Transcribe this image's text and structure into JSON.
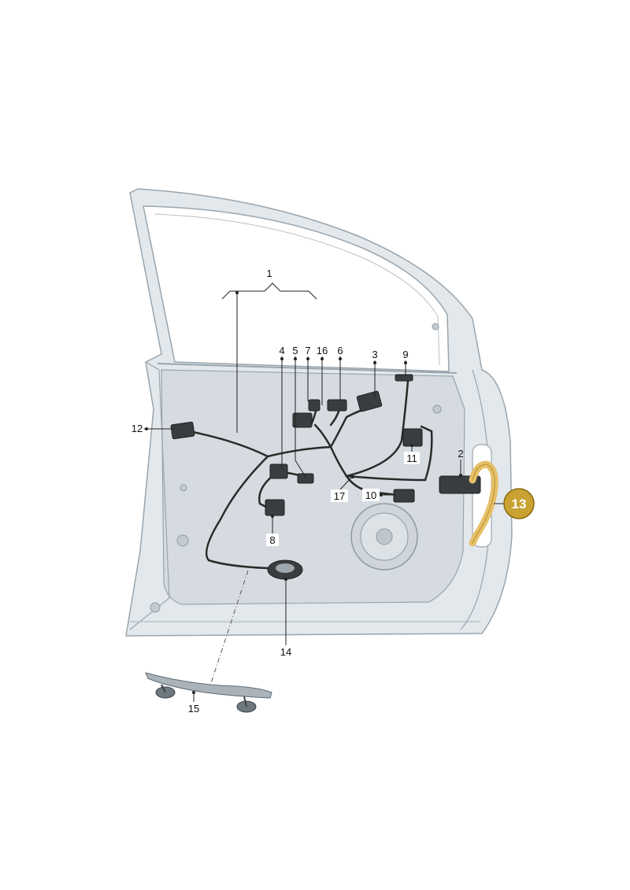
{
  "diagram": {
    "labels": {
      "l1": "1",
      "l2": "2",
      "l3": "3",
      "l4": "4",
      "l5": "5",
      "l6": "6",
      "l7": "7",
      "l8": "8",
      "l9": "9",
      "l10": "10",
      "l11": "11",
      "l12": "12",
      "l13": "13",
      "l14": "14",
      "l15": "15",
      "l16": "16",
      "l17": "17"
    },
    "colors": {
      "door_fill": "#e3e8ec",
      "door_outline": "#9aa5ad",
      "inner_panel": "#d5dbe0",
      "harness": "#2a2a2a",
      "component": "#3a3d40",
      "highlight_part": "#e6c06a",
      "callout_fill": "#c9a233",
      "callout_ring": "#8a6a10"
    }
  }
}
